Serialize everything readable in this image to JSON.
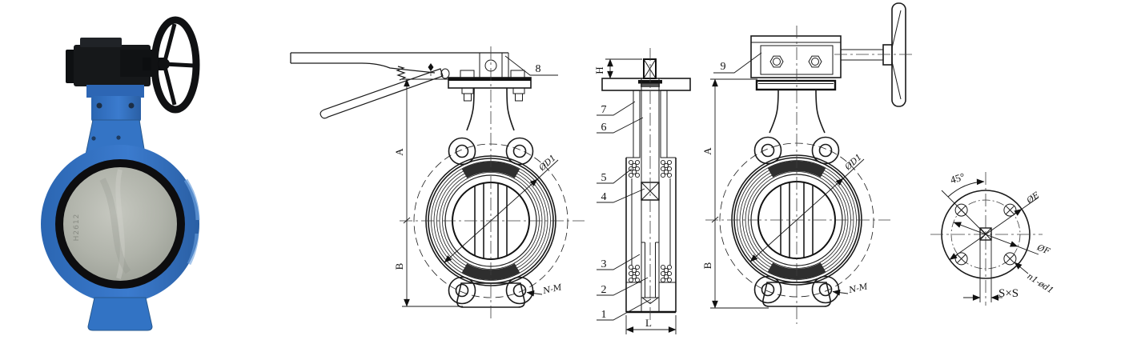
{
  "colors": {
    "line": "#1a1a1a",
    "valve_blue": "#3273c4",
    "valve_blue_dark": "#265a9d",
    "disc_gray": "#b3b6ae",
    "actuator_black": "#16181a"
  },
  "photo": {
    "disc_mark": "H2612"
  },
  "lever_view": {
    "part_8": "8",
    "dim_a": "A",
    "dim_b": "B",
    "seat_diameter": "ØD1",
    "bolt_holes": "N-M"
  },
  "section_view": {
    "dim_h": "H",
    "dim_l": "L",
    "part_1": "1",
    "part_2": "2",
    "part_3": "3",
    "part_4": "4",
    "part_5": "5",
    "part_6": "6",
    "part_7": "7"
  },
  "gear_view": {
    "part_9": "9",
    "dim_a": "A",
    "dim_b": "B",
    "seat_diameter": "ØD1",
    "bolt_holes": "N-M"
  },
  "flange_view": {
    "angle_45": "45°",
    "dim_e": "ØE",
    "dim_f": "ØF",
    "holes_spec": "n1-ød1",
    "square_spec": "S×S"
  }
}
